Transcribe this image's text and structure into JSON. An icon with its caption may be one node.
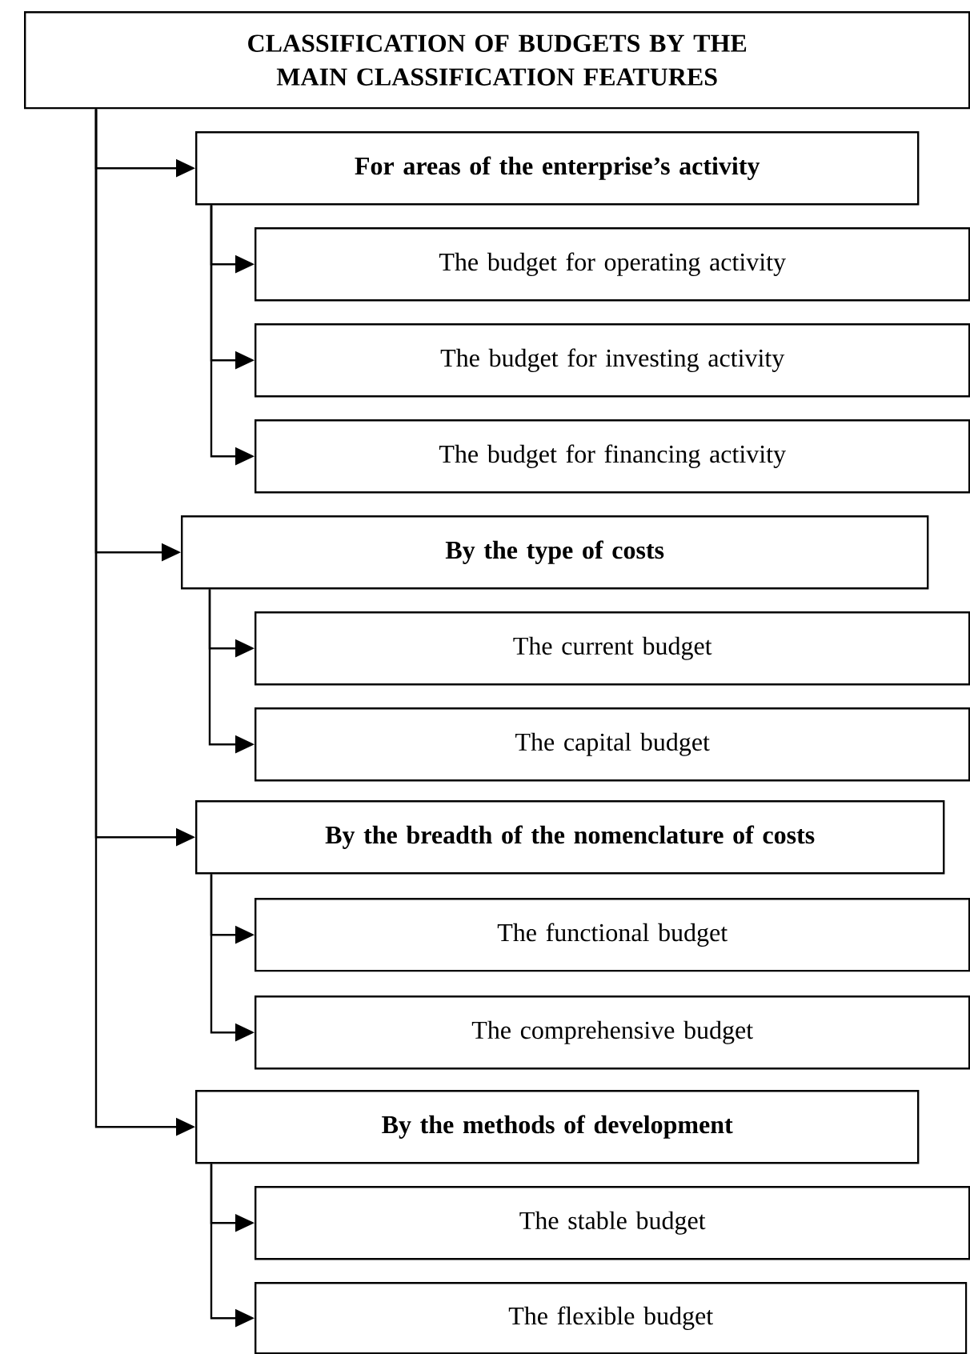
{
  "diagram": {
    "nodes": [
      {
        "text": [
          "CLASSIFICATION OF BUDGETS BY THE MAIN CLASSIFICATION FEATURES"
        ]
      },
      {
        "text": [
          "For areas of the enterprise’s activity"
        ]
      },
      {
        "text": [
          "The budget for operating activity"
        ]
      },
      {
        "text": [
          "The budget for investing activity"
        ]
      },
      {
        "text": [
          "The budget for financing activity"
        ]
      },
      {
        "text": [
          "By the type of costs"
        ]
      },
      {
        "text": [
          "The current budget"
        ]
      },
      {
        "text": [
          "The capital budget"
        ]
      },
      {
        "text": [
          "By the breadth of the nomenclature of costs"
        ]
      },
      {
        "text": [
          "The functional budget"
        ]
      },
      {
        "text": [
          "The comprehensive budget"
        ]
      },
      {
        "text": [
          "By the methods of development"
        ]
      },
      {
        "text": [
          "The stable budget"
        ]
      },
      {
        "text": [
          "The flexible budget"
        ]
      }
    ],
    "edges": [
      {
        "from": 0,
        "to": 1,
        "arrow": "to"
      },
      {
        "from": 1,
        "to": 2,
        "arrow": "to"
      },
      {
        "from": 1,
        "to": 3,
        "arrow": "to"
      },
      {
        "from": 1,
        "to": 4,
        "arrow": "to"
      },
      {
        "from": 0,
        "to": 5,
        "arrow": "to"
      },
      {
        "from": 5,
        "to": 6,
        "arrow": "to"
      },
      {
        "from": 5,
        "to": 7,
        "arrow": "to"
      },
      {
        "from": 0,
        "to": 8,
        "arrow": "to"
      },
      {
        "from": 8,
        "to": 9,
        "arrow": "to"
      },
      {
        "from": 8,
        "to": 10,
        "arrow": "to"
      },
      {
        "from": 0,
        "to": 11,
        "arrow": "to"
      },
      {
        "from": 11,
        "to": 12,
        "arrow": "to"
      },
      {
        "from": 11,
        "to": 13,
        "arrow": "to"
      }
    ]
  }
}
